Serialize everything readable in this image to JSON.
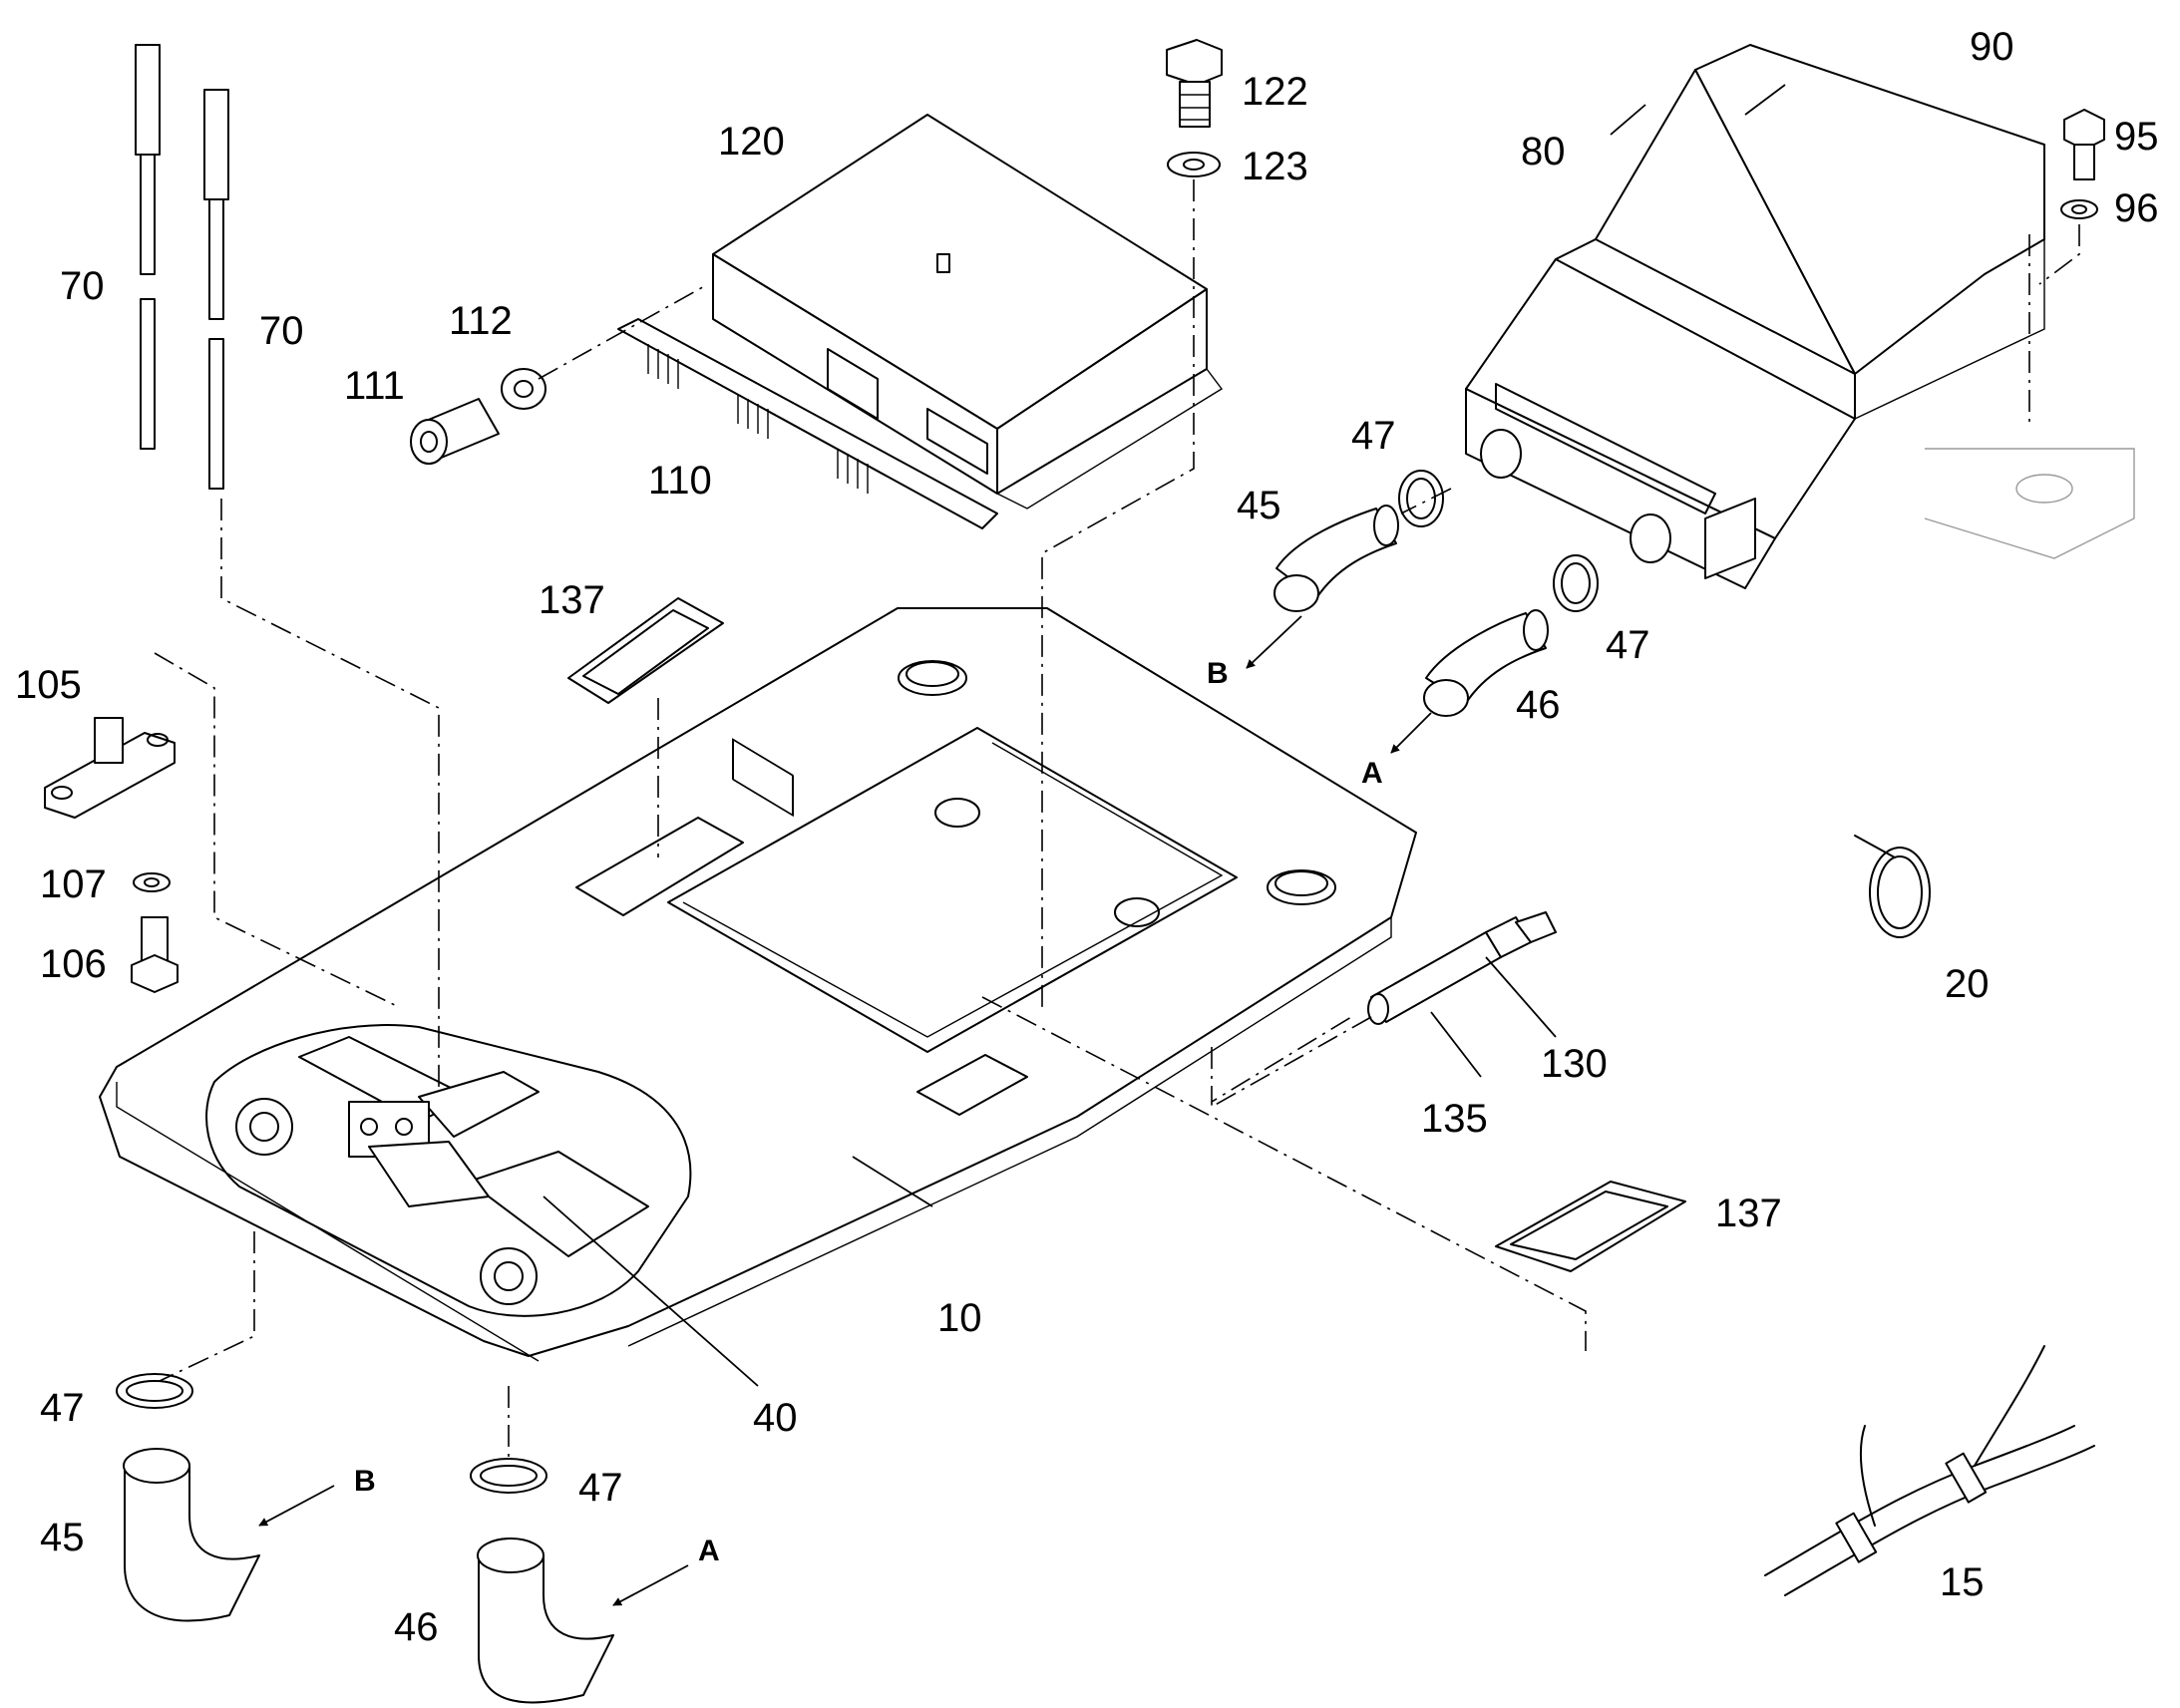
{
  "callouts": {
    "c10": "10",
    "c15": "15",
    "c20": "20",
    "c40": "40",
    "c45a": "45",
    "c45b": "45",
    "c46a": "46",
    "c46b": "46",
    "c47a": "47",
    "c47b": "47",
    "c47c": "47",
    "c47d": "47",
    "c70a": "70",
    "c70b": "70",
    "c80": "80",
    "c90": "90",
    "c95": "95",
    "c96": "96",
    "c105": "105",
    "c106": "106",
    "c107": "107",
    "c110": "110",
    "c111": "111",
    "c112": "112",
    "c120": "120",
    "c122": "122",
    "c123": "123",
    "c130": "130",
    "c135": "135",
    "c137a": "137",
    "c137b": "137"
  },
  "connection_marks": {
    "a_upper": "A",
    "b_upper": "B",
    "a_lower": "A",
    "b_lower": "B"
  }
}
